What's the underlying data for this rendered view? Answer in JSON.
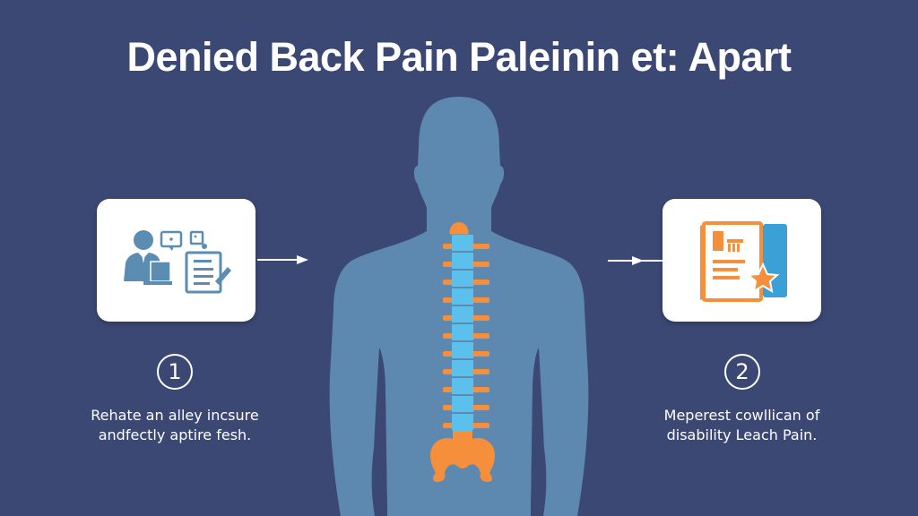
{
  "title": "Denied Back Pain Paleinin et: Apart",
  "colors": {
    "background": "#3b4874",
    "body_silhouette": "#5d88b0",
    "vertebra": "#5bc0ec",
    "bone_orange": "#f58f3b",
    "icon_blue": "#5b8db3",
    "card_bg": "#ffffff"
  },
  "steps": [
    {
      "number": "1",
      "icon": "person-laptop-document-icon",
      "text_line1": "Rehate an alley incsure",
      "text_line2": "andfectly aptire fesh."
    },
    {
      "number": "2",
      "icon": "document-star-icon",
      "text_line1": "Meperest cowllican of",
      "text_line2": "disability Leach Pain."
    }
  ],
  "center_figure": {
    "label": "human-back-spine-illustration",
    "vertebra_count": 11
  }
}
